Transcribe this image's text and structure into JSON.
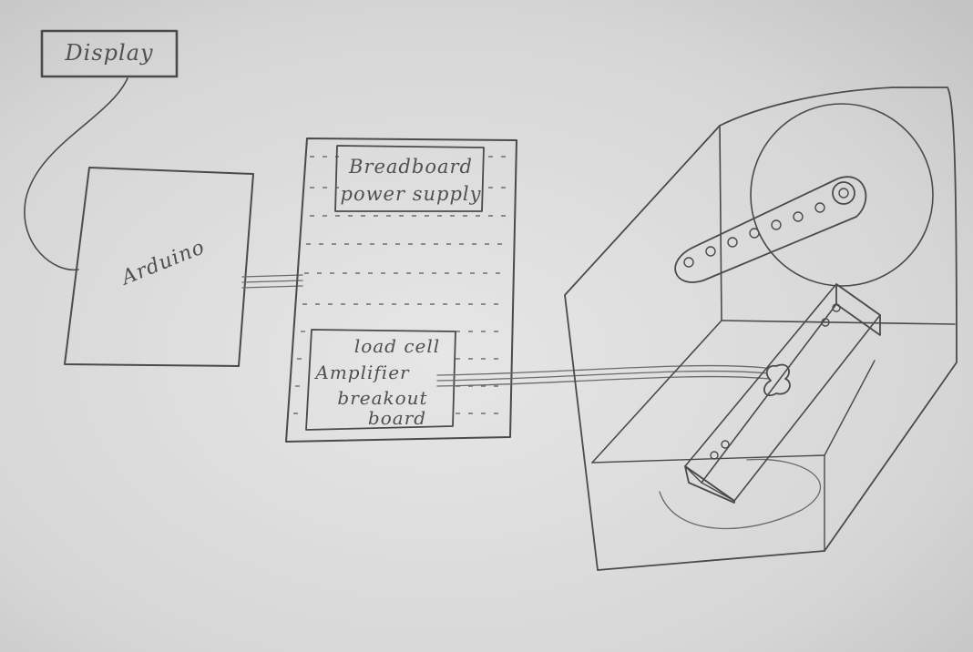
{
  "labels": {
    "display": "Display",
    "arduino": "Arduino",
    "power_supply_line1": "Breadboard",
    "power_supply_line2": "power supply",
    "amp_line1": "load cell",
    "amp_line2": "Amplifier",
    "amp_line3": "breakout",
    "amp_line4": "board"
  },
  "colors": {
    "paper": "#dcdcdc",
    "pencil": "#4a4a4a"
  }
}
